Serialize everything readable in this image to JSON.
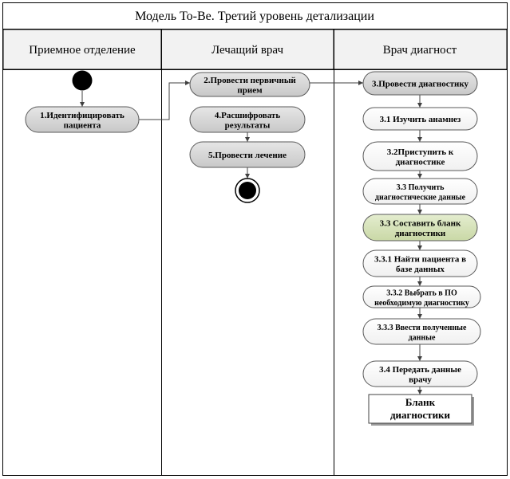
{
  "title": "Модель To-Be. Третий уровень детализации",
  "lanes": [
    "Приемное отделение",
    "Лечащий врач",
    "Врач диагност"
  ],
  "nodes": {
    "n1": [
      "1.Идентифицировать",
      "пациента"
    ],
    "n2": [
      "2.Провести первичный",
      "прием"
    ],
    "n4": [
      "4.Расшифровать",
      "результаты"
    ],
    "n5": [
      "5.Провести лечение"
    ],
    "n3": [
      "3.Провести диагностику"
    ],
    "n31": [
      "3.1 Изучить анамнез"
    ],
    "n32": [
      "3.2Приступить к",
      "диагностике"
    ],
    "n33a": [
      "3.3 Получить",
      "диагностические данные"
    ],
    "n33b": [
      "3.3 Составить бланк",
      "диагностики"
    ],
    "n331": [
      "3.3.1 Найти пациента в",
      "базе данных"
    ],
    "n332": [
      "3.3.2 Выбрать в ПО",
      "необходимую диагностику"
    ],
    "n333": [
      "3.3.3 Ввести полученные",
      "данные"
    ],
    "n34": [
      "3.4 Передать данные",
      "врачу"
    ],
    "doc": [
      "Бланк",
      "диагностики"
    ]
  },
  "colors": {
    "gray_fill": "#d9d9d9",
    "white_fill": "#ffffff",
    "green_fill": "#d8e4bc",
    "header_fill": "#f2f2f2",
    "stroke": "#595959",
    "marker": "#000000"
  }
}
